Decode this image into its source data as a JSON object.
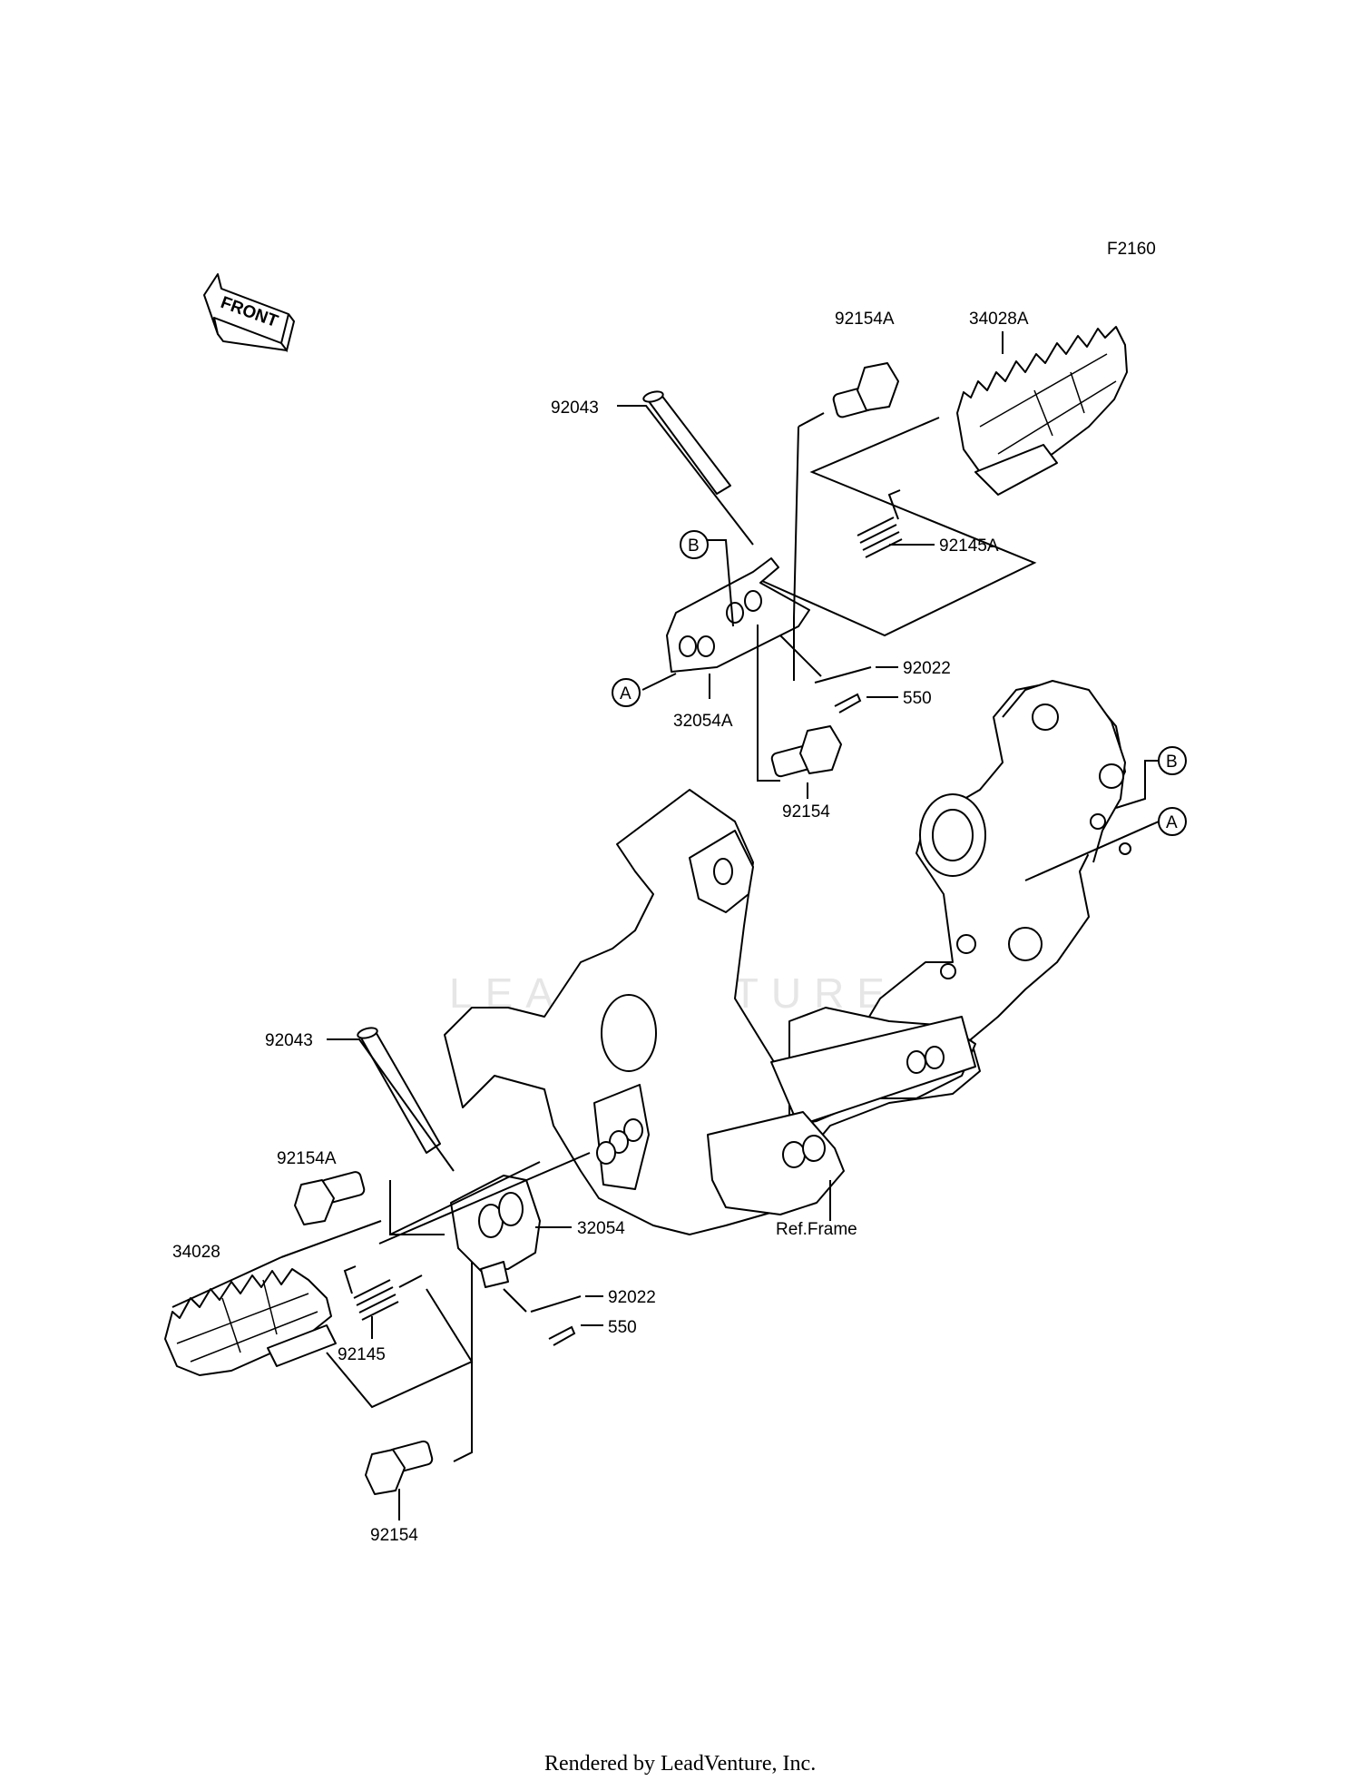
{
  "diagram_code": "F2160",
  "front_arrow_text": "FRONT",
  "watermark": "LEADVENTURE",
  "footer": "Rendered by LeadVenture, Inc.",
  "callouts": {
    "A": "A",
    "B": "B"
  },
  "labels": {
    "upper_pin": "92043",
    "upper_bolt_a": "92154A",
    "upper_footpeg": "34028A",
    "upper_spring": "92145A",
    "upper_bracket": "32054A",
    "upper_washer": "92022",
    "upper_cotter": "550",
    "upper_bolt": "92154",
    "lower_pin": "92043",
    "lower_bolt_a": "92154A",
    "lower_bracket": "32054",
    "lower_footpeg": "34028",
    "lower_spring": "92145",
    "lower_washer": "92022",
    "lower_cotter": "550",
    "lower_bolt": "92154",
    "ref_frame": "Ref.Frame"
  }
}
